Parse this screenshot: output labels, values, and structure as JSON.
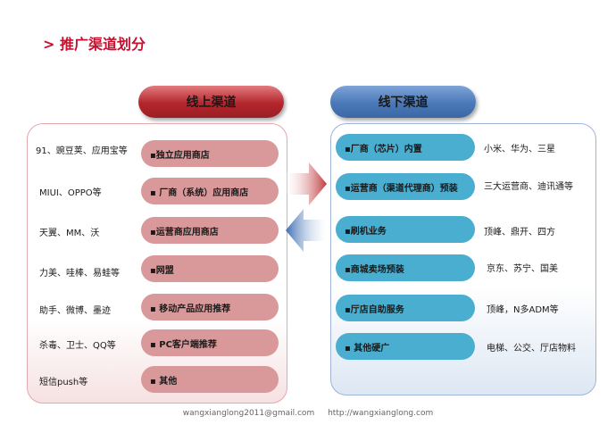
{
  "title": "> 推广渠道划分",
  "online": {
    "header": "线上渠道",
    "rows": [
      {
        "label": "91、豌豆荚、应用宝等",
        "pill": "▪独立应用商店"
      },
      {
        "label": "MIUI、OPPO等",
        "pill": "▪ 厂商（系统）应用商店"
      },
      {
        "label": "天翼、MM、沃",
        "pill": "▪运营商应用商店"
      },
      {
        "label": "力美、哇棒、易蛙等",
        "pill": "▪网盟"
      },
      {
        "label": "助手、微博、墨迹",
        "pill": "▪ 移动产品应用推荐"
      },
      {
        "label": "杀毒、卫士、QQ等",
        "pill": "▪ PC客户端推荐"
      },
      {
        "label": "短信push等",
        "pill": "▪ 其他"
      }
    ]
  },
  "offline": {
    "header": "线下渠道",
    "rows": [
      {
        "pill": "▪厂商（芯片）内置",
        "label": "小米、华为、三星"
      },
      {
        "pill": "▪运营商（渠道代理商）预装",
        "label": "三大运营商、迪讯通等"
      },
      {
        "pill": "▪刷机业务",
        "label": "顶峰、鼎开、四方"
      },
      {
        "pill": "▪商城卖场预装",
        "label": "京东、苏宁、国美"
      },
      {
        "pill": "▪厅店自助服务",
        "label": "顶峰，N多ADM等"
      },
      {
        "pill": "▪ 其他硬广",
        "label": "电梯、公交、厅店物料"
      }
    ]
  },
  "footer": {
    "email": "wangxianglong2011@gmail.com",
    "url": "http://wangxianglong.com"
  },
  "colors": {
    "title": "#c8102e",
    "online_pill": "#d9999b",
    "offline_pill": "#4aaed0",
    "online_header": "#b3262c",
    "offline_header": "#4a78b8"
  }
}
